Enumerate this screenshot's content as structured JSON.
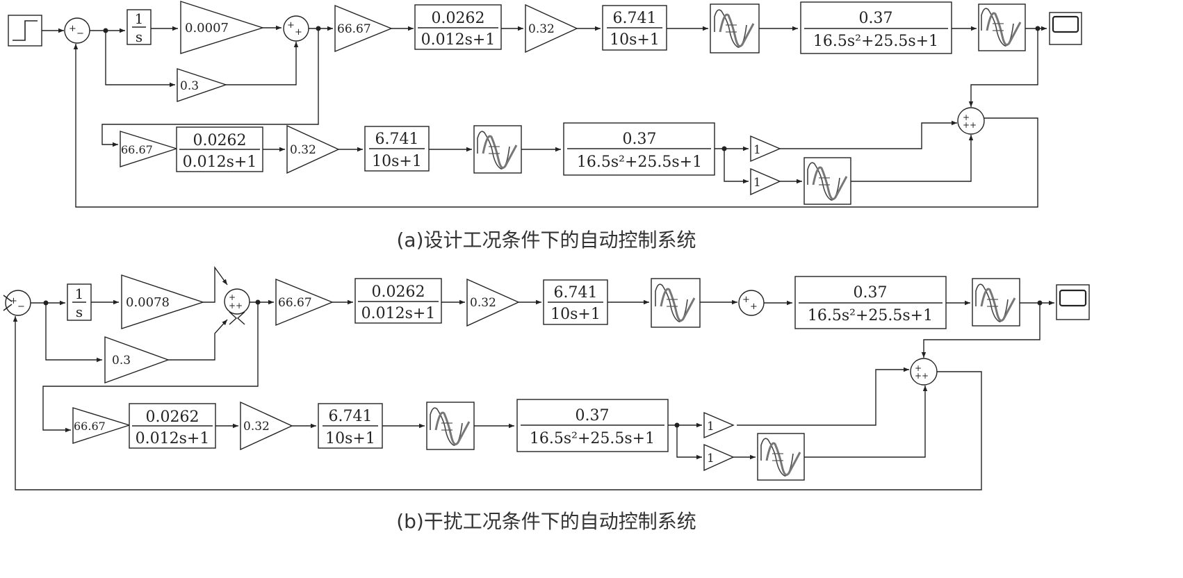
{
  "diagram_a": {
    "caption": "(a)设计工况条件下的自动控制系统",
    "step_source": "step-source",
    "sum_input_signs": "+ −",
    "integrator": {
      "num": "1",
      "den": "s"
    },
    "gain_integral": "0.0007",
    "gain_proportional": "0.3",
    "sum_pi_signs": "+ +",
    "gain_a1": "66.67",
    "tf_actuator_1": {
      "num": "0.0262",
      "den": "0.012s+1"
    },
    "gain_b1": "0.32",
    "tf_process_1": {
      "num": "6.741",
      "den": "10s+1"
    },
    "tf_plant_1": {
      "num": "0.37",
      "den": "16.5s²+25.5s+1"
    },
    "gain_a2": "66.67",
    "tf_actuator_2": {
      "num": "0.0262",
      "den": "0.012s+1"
    },
    "gain_b2": "0.32",
    "tf_process_2": {
      "num": "6.741",
      "den": "10s+1"
    },
    "tf_plant_2": {
      "num": "0.37",
      "den": "16.5s²+25.5s+1"
    },
    "gain_unity_1": "1",
    "gain_unity_2": "1",
    "sum_out_signs": "+ + +"
  },
  "diagram_b": {
    "caption": "(b)干扰工况条件下的自动控制系统",
    "sum_input_signs": "+ −",
    "integrator": {
      "num": "1",
      "den": "s"
    },
    "gain_integral": "0.0078",
    "gain_proportional": "0.3",
    "sum_pi_signs": "+ + +",
    "gain_a1": "66.67",
    "tf_actuator_1": {
      "num": "0.0262",
      "den": "0.012s+1"
    },
    "gain_b1": "0.32",
    "tf_process_1": {
      "num": "6.741",
      "den": "10s+1"
    },
    "sum_disturb_signs": "+ +",
    "tf_plant_1": {
      "num": "0.37",
      "den": "16.5s²+25.5s+1"
    },
    "gain_a2": "66.67",
    "tf_actuator_2": {
      "num": "0.0262",
      "den": "0.012s+1"
    },
    "gain_b2": "0.32",
    "tf_process_2": {
      "num": "6.741",
      "den": "10s+1"
    },
    "tf_plant_2": {
      "num": "0.37",
      "den": "16.5s²+25.5s+1"
    },
    "gain_unity_1": "1",
    "gain_unity_2": "1",
    "sum_out_signs": "+ + +"
  }
}
